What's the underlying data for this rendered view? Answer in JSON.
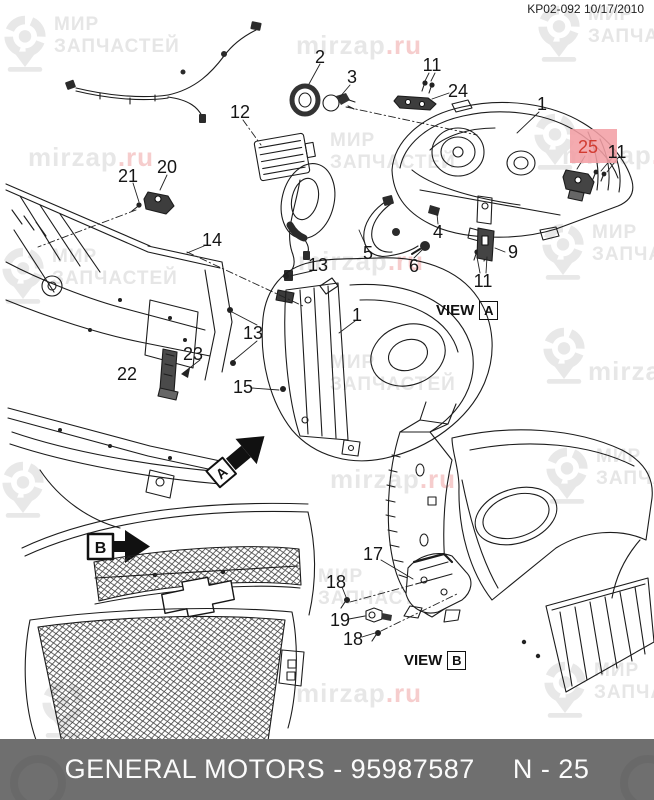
{
  "header": {
    "doc_code": "KP02-092 10/17/2010"
  },
  "footer": {
    "title": "GENERAL MOTORS - 95987587",
    "page_ref": "N - 25"
  },
  "watermark": {
    "brand_line1": "МИР",
    "brand_line2": "ЗАПЧАСТЕЙ",
    "site": "mirzap",
    "site_tld": ".ru"
  },
  "views": {
    "a": {
      "label": "VIEW",
      "letter": "A"
    },
    "b": {
      "label": "VIEW",
      "letter": "B"
    }
  },
  "arrows": {
    "a": "A",
    "b": "B"
  },
  "highlight": {
    "box_color": "#f2a0a5",
    "text_color": "#d23b31"
  },
  "callouts": [
    {
      "label": "2"
    },
    {
      "label": "3"
    },
    {
      "label": "11"
    },
    {
      "label": "24"
    },
    {
      "label": "1"
    },
    {
      "label": "25",
      "highlight": true
    },
    {
      "label": "11"
    },
    {
      "label": "12"
    },
    {
      "label": "4"
    },
    {
      "label": "5"
    },
    {
      "label": "6"
    },
    {
      "label": "9"
    },
    {
      "label": "11"
    },
    {
      "label": "21"
    },
    {
      "label": "20"
    },
    {
      "label": "14"
    },
    {
      "label": "13"
    },
    {
      "label": "13"
    },
    {
      "label": "23"
    },
    {
      "label": "22"
    },
    {
      "label": "15"
    },
    {
      "label": "1"
    },
    {
      "label": "17"
    },
    {
      "label": "18"
    },
    {
      "label": "19"
    },
    {
      "label": "18"
    }
  ]
}
